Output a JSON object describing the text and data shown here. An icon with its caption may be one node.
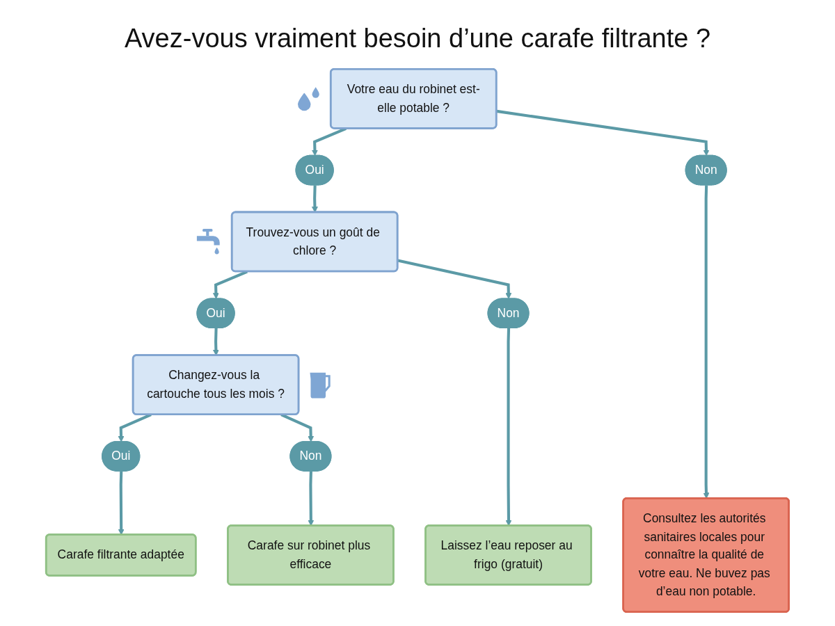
{
  "diagram": {
    "title": "Avez-vous vraiment besoin d’une carafe filtrante ?",
    "nodes": [
      {
        "text": [
          "Votre eau du robinet est-elle potable ?"
        ]
      },
      {
        "text": [
          "Oui"
        ]
      },
      {
        "text": [
          "Non"
        ]
      },
      {
        "text": [
          "Trouvez-vous un goût de chlore ?"
        ]
      },
      {
        "text": [
          "Oui"
        ]
      },
      {
        "text": [
          "Non"
        ]
      },
      {
        "text": [
          "Changez-vous la cartouche tous les mois ?"
        ]
      },
      {
        "text": [
          "Oui"
        ]
      },
      {
        "text": [
          "Non"
        ]
      },
      {
        "text": [
          "Carafe filtrante adaptée"
        ]
      },
      {
        "text": [
          "Carafe sur robinet plus efficace"
        ]
      },
      {
        "text": [
          "Laissez l’eau reposer au frigo (gratuit)"
        ]
      },
      {
        "text": [
          "Consultez les autorités sanitaires locales pour connaître la qualité de votre eau. Ne buvez pas d’eau non potable."
        ]
      }
    ],
    "edges": [
      {
        "from": 0,
        "to": 1,
        "arrow": "to"
      },
      {
        "from": 0,
        "to": 2,
        "arrow": "to"
      },
      {
        "from": 1,
        "to": 3,
        "arrow": "to"
      },
      {
        "from": 2,
        "to": 12,
        "arrow": "to"
      },
      {
        "from": 3,
        "to": 4,
        "arrow": "to"
      },
      {
        "from": 3,
        "to": 5,
        "arrow": "to"
      },
      {
        "from": 4,
        "to": 6,
        "arrow": "to"
      },
      {
        "from": 5,
        "to": 11,
        "arrow": "to"
      },
      {
        "from": 6,
        "to": 7,
        "arrow": "to"
      },
      {
        "from": 6,
        "to": 8,
        "arrow": "to"
      },
      {
        "from": 7,
        "to": 9,
        "arrow": "to"
      },
      {
        "from": 8,
        "to": 10,
        "arrow": "to"
      }
    ]
  }
}
